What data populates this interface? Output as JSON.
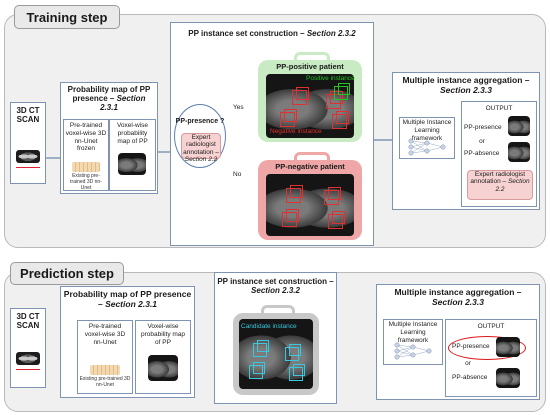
{
  "training": {
    "step_label": "Training step",
    "ct_scan": "3D CT SCAN",
    "prob_map_title": "Probability map of PP presence –",
    "prob_map_section": "Section 2.3.1",
    "pretrained_label": "Pre-trained voxel-wise 3D nn-Unet frozen",
    "existing_label": "Existing pre-trained 3D nn-Unet",
    "voxelwise_label": "Voxel-wise probability map of PP",
    "instance_title": "PP instance set construction –",
    "instance_section": "Section 2.3.2",
    "pp_presence_q": "PP-presence ?",
    "expert_annotation": "Expert radiologist annotation –",
    "expert_section": "Section 2.2",
    "yes_label": "Yes",
    "no_label": "No",
    "positive_patient": "PP-positive patient",
    "positive_instance": "Positive instance",
    "negative_instance": "Negative instance",
    "negative_patient": "PP-negative patient",
    "aggregation_title": "Multiple instance aggregation –",
    "aggregation_section": "Section 2.3.3",
    "mil_label": "Multiple Instance Learning framework",
    "output_label": "OUTPUT",
    "pp_presence": "PP-presence",
    "or_label": "or",
    "pp_absence": "PP-absence",
    "output_expert": "Expert radiologist annotation –",
    "output_expert_section": "Section 2.2"
  },
  "prediction": {
    "step_label": "Prediction step",
    "ct_scan": "3D CT SCAN",
    "prob_map_title": "Probability map of PP presence –",
    "prob_map_section": "Section 2.3.1",
    "pretrained_label": "Pre-trained voxel-wise 3D nn-Unet",
    "existing_label": "Existing pre-trained 3D nn-Unet",
    "voxelwise_label": "Voxel-wise probability map of PP",
    "instance_title": "PP instance set construction –",
    "instance_section": "Section 2.3.2",
    "candidate_instance": "Candidate instance",
    "aggregation_title": "Multiple instance aggregation –",
    "aggregation_section": "Section 2.3.3",
    "mil_label": "Multiple Instance Learning framework",
    "output_label": "OUTPUT",
    "pp_presence": "PP-presence",
    "or_label": "or",
    "pp_absence": "PP-absence"
  },
  "colors": {
    "positive": "#22c322",
    "negative": "#e03030",
    "candidate": "#38c8e0",
    "positive_bg": "#c9ebc4",
    "negative_bg": "#eea6a6"
  }
}
